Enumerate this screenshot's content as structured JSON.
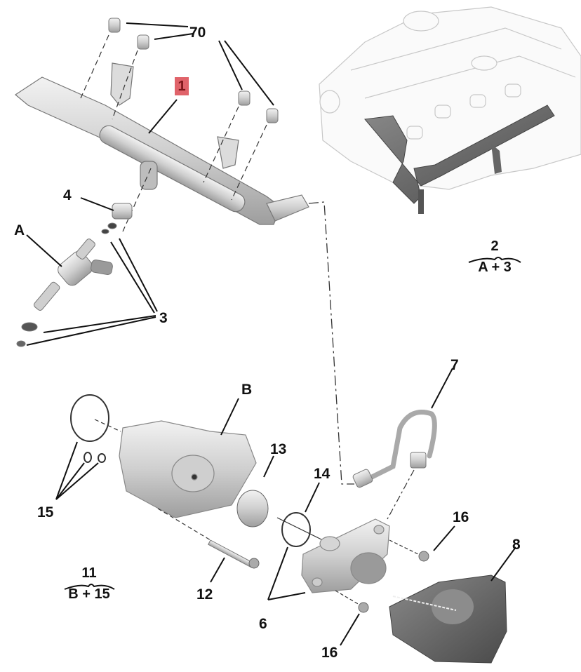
{
  "diagram": {
    "title": "High-pressure fuel system exploded view",
    "highlighted_part": "1",
    "colors": {
      "highlight": "#e0636a",
      "line": "#111111",
      "part_fill": "#d9d9d9",
      "part_dark": "#6b6b6b"
    },
    "labels": {
      "p70": "70",
      "p1": "1",
      "p4": "4",
      "pA": "A",
      "p3": "3",
      "pB": "B",
      "p13": "13",
      "p14": "14",
      "p15": "15",
      "p12": "12",
      "p6": "6",
      "p7": "7",
      "p16a": "16",
      "p16b": "16",
      "p8": "8"
    },
    "kits": [
      {
        "number": "2",
        "contents": "A + 3"
      },
      {
        "number": "11",
        "contents": "B + 15"
      }
    ]
  }
}
